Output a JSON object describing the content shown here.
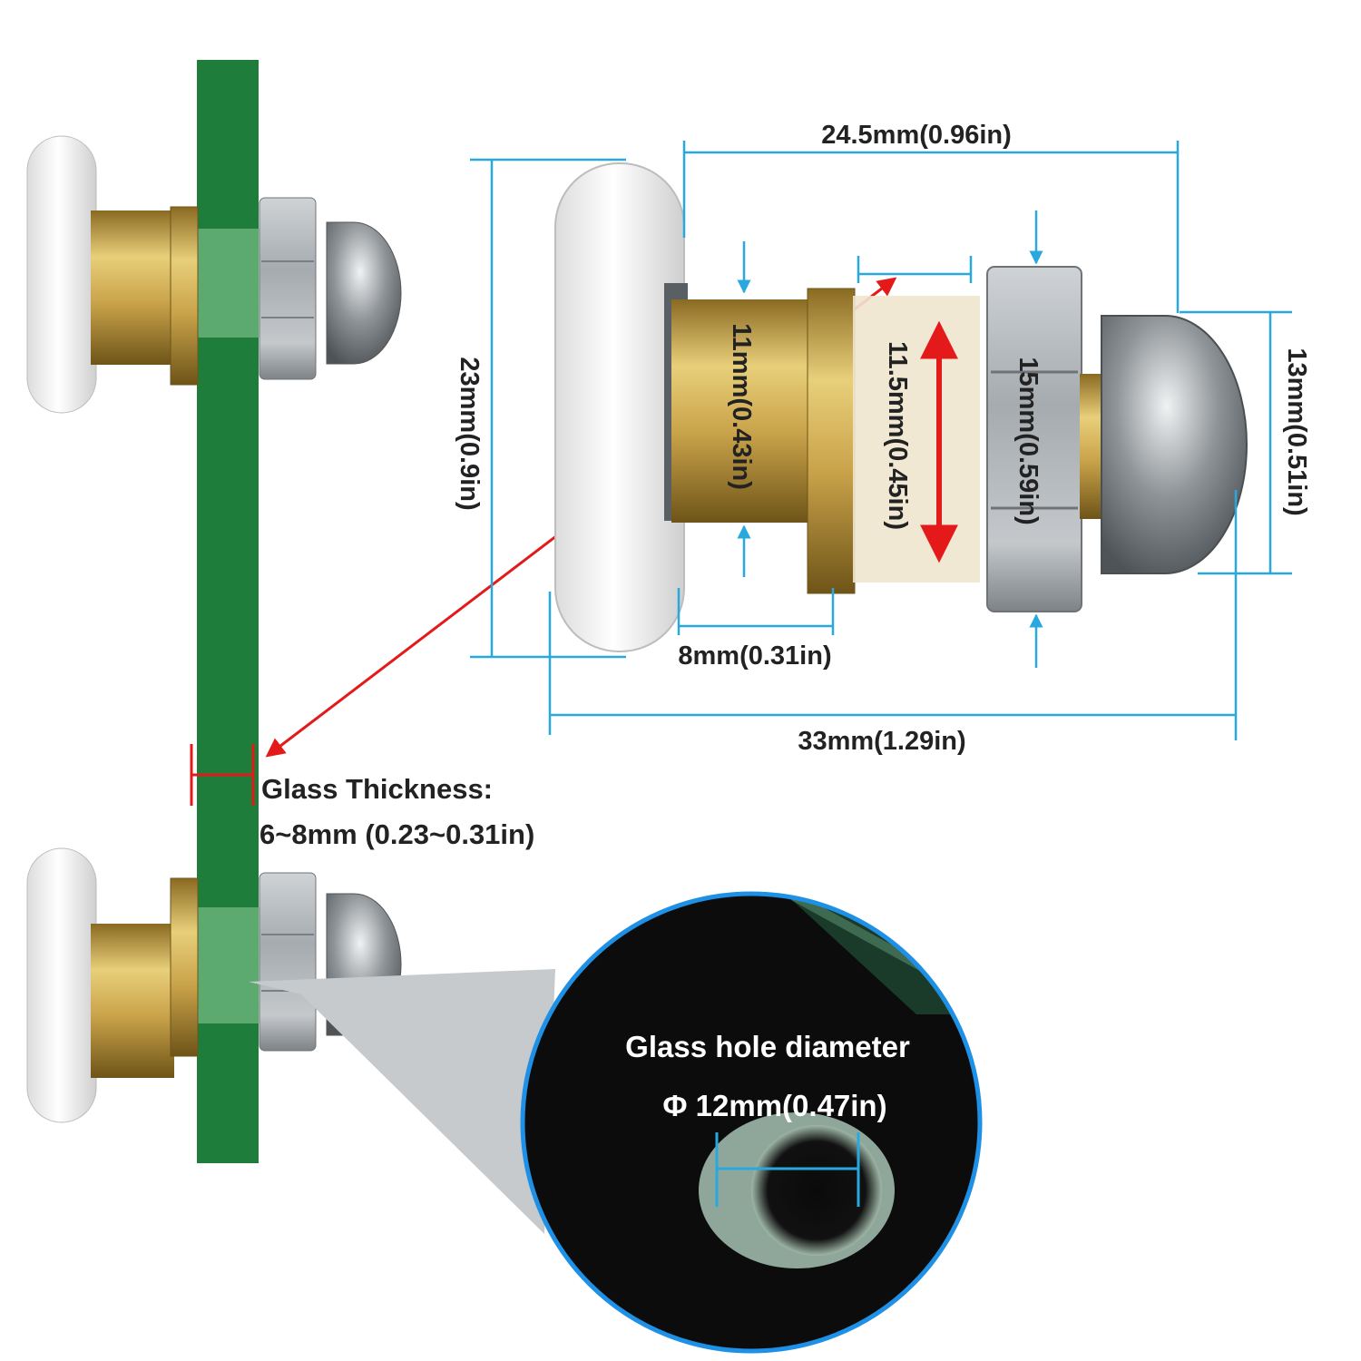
{
  "colors": {
    "glass": "#1f7d3c",
    "dimension_line": "#29a8df",
    "arrow_red": "#e41a1a",
    "roller_white": "#eeeeee",
    "brass": "#c9a34a",
    "steel": "#9ea3a8",
    "zoom_bg": "#0c0c0c",
    "zoom_ring": "#1e90e6",
    "callout_grey": "#c6cacd"
  },
  "dimensions": {
    "top_width": "24.5mm(0.96in)",
    "wheel_height": "23mm(0.9in)",
    "sleeve_diameter": "11mm(0.43in)",
    "spacer_diameter": "11.5mm(0.45in)",
    "nut_size": "15mm(0.59in)",
    "cap_nut_height": "13mm(0.51in)",
    "sleeve_length": "8mm(0.31in)",
    "total_length": "33mm(1.29in)"
  },
  "glass": {
    "thickness_label": "Glass Thickness:",
    "thickness_value": "6~8mm (0.23~0.31in)",
    "hole_label": "Glass hole diameter",
    "hole_value": "Φ 12mm(0.47in)"
  },
  "icons": [
    "roller-wheel-icon",
    "brass-sleeve-icon",
    "hex-nut-icon",
    "cap-nut-icon"
  ]
}
